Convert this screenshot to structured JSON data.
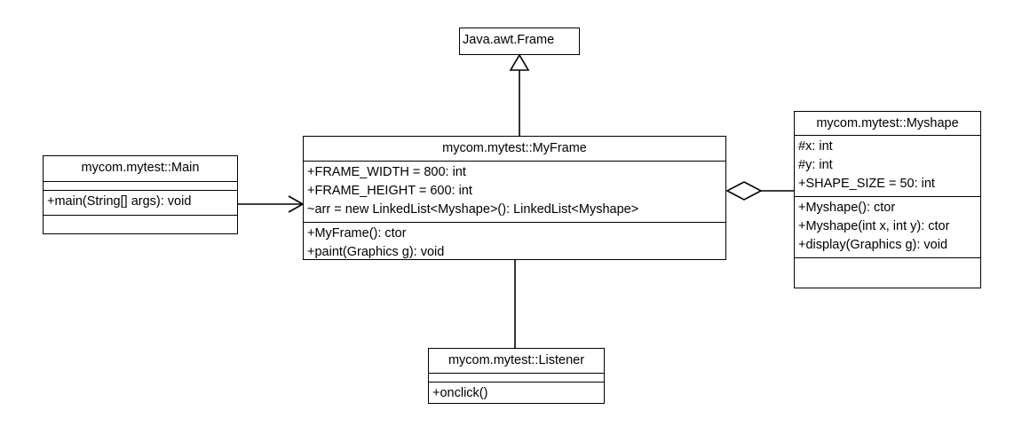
{
  "diagram": {
    "type": "uml-class-diagram",
    "background": "#ffffff",
    "line_color": "#000000",
    "text_color": "#000000"
  },
  "classes": {
    "frame_super": {
      "name": "Java.awt.Frame",
      "attributes": [],
      "operations": []
    },
    "main": {
      "name": "mycom.mytest::Main",
      "attributes": [],
      "operations": [
        "+main(String[] args): void"
      ],
      "extra_compartment": ""
    },
    "myframe": {
      "name": "mycom.mytest::MyFrame",
      "attributes": [
        "+FRAME_WIDTH = 800: int",
        "+FRAME_HEIGHT = 600: int",
        "~arr = new LinkedList<Myshape>(): LinkedList<Myshape>"
      ],
      "operations": [
        "+MyFrame(): ctor",
        "+paint(Graphics g): void"
      ]
    },
    "myshape": {
      "name": "mycom.mytest::Myshape",
      "attributes": [
        "#x: int",
        "#y: int",
        "+SHAPE_SIZE = 50: int"
      ],
      "operations": [
        "+Myshape(): ctor",
        "+Myshape(int x, int y): ctor",
        "+display(Graphics g): void"
      ],
      "extra_compartment": ""
    },
    "listener": {
      "name": "mycom.mytest::Listener",
      "attributes": [],
      "operations": [
        "+onclick()"
      ]
    }
  },
  "relationships": [
    {
      "name": "generalization-myframe-to-frame",
      "kind": "generalization",
      "from": "mycom.mytest::MyFrame",
      "to": "Java.awt.Frame",
      "arrow": "hollow-triangle"
    },
    {
      "name": "association-main-to-myframe",
      "kind": "association",
      "from": "mycom.mytest::Main",
      "to": "mycom.mytest::MyFrame",
      "arrow": "open-arrow"
    },
    {
      "name": "aggregation-myframe-to-myshape",
      "kind": "aggregation",
      "from": "mycom.mytest::MyFrame",
      "to": "mycom.mytest::Myshape",
      "arrow": "hollow-diamond"
    },
    {
      "name": "association-myframe-to-listener",
      "kind": "association",
      "from": "mycom.mytest::MyFrame",
      "to": "mycom.mytest::Listener",
      "arrow": "none"
    }
  ]
}
